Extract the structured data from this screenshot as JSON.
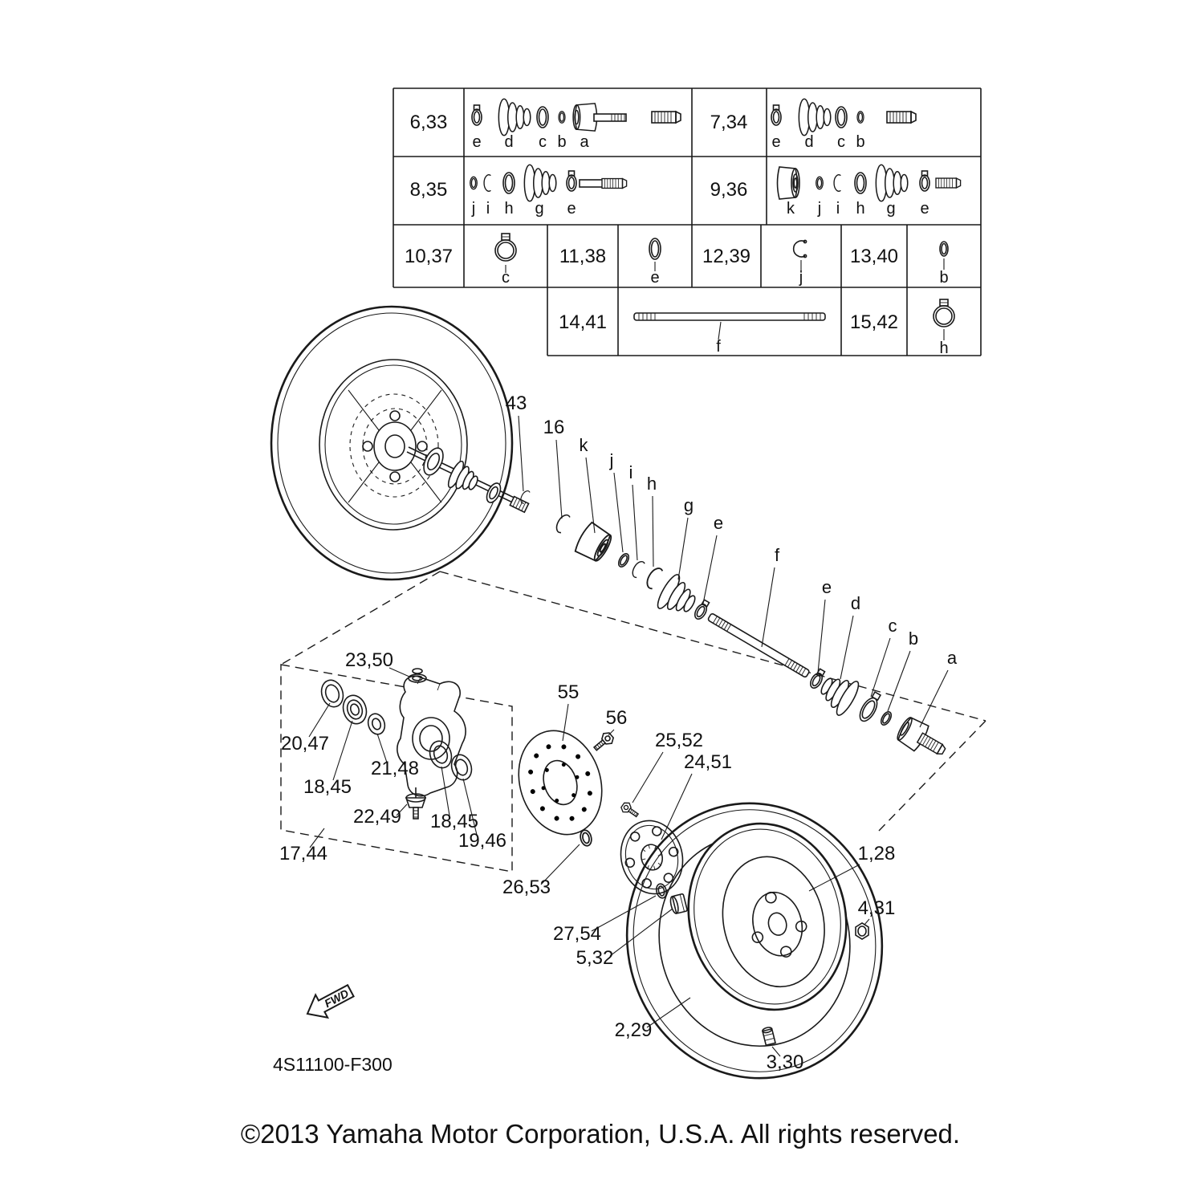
{
  "page": {
    "code": "4S11100-F300",
    "copyright": "©2013 Yamaha Motor Corporation, U.S.A. All rights reserved.",
    "fwd": "FWD"
  },
  "table": {
    "cells": [
      {
        "ref": "6,33",
        "letters": [
          "e",
          "d",
          "c",
          "b",
          "a"
        ]
      },
      {
        "ref": "7,34",
        "letters": [
          "e",
          "d",
          "c",
          "b"
        ]
      },
      {
        "ref": "8,35",
        "letters": [
          "j",
          "i",
          "h",
          "g",
          "e"
        ]
      },
      {
        "ref": "9,36",
        "letters": [
          "k",
          "j",
          "i",
          "h",
          "g",
          "e"
        ]
      },
      {
        "ref": "10,37",
        "letters": [
          "c"
        ]
      },
      {
        "ref": "11,38",
        "letters": [
          "e"
        ]
      },
      {
        "ref": "12,39",
        "letters": [
          "j"
        ]
      },
      {
        "ref": "13,40",
        "letters": [
          "b"
        ]
      },
      {
        "ref": "14,41",
        "letters": [
          "f"
        ]
      },
      {
        "ref": "15,42",
        "letters": [
          "h"
        ]
      }
    ]
  },
  "callouts": [
    "43",
    "16",
    "k",
    "j",
    "i",
    "h",
    "g",
    "e",
    "f",
    "e",
    "d",
    "c",
    "b",
    "a",
    "23,50",
    "55",
    "56",
    "25,52",
    "24,51",
    "20,47",
    "18,45",
    "21,48",
    "22,49",
    "18,45",
    "19,46",
    "17,44",
    "26,53",
    "27,54",
    "5,32",
    "1,28",
    "4,31",
    "2,29",
    "3,30"
  ]
}
